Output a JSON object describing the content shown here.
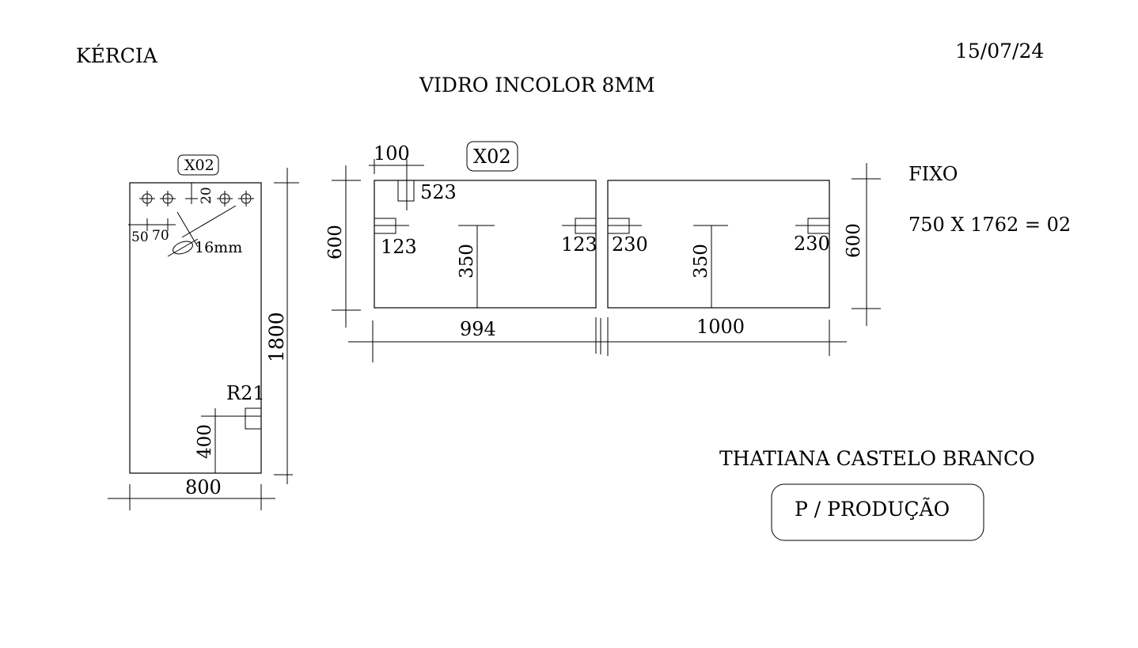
{
  "header": {
    "client": "KÉRCIA",
    "date": "15/07/24",
    "material": "VIDRO INCOLOR 8MM"
  },
  "door_piece": {
    "quantity_tag": "X02",
    "width": "800",
    "height": "1800",
    "hole_offset_a": "50",
    "hole_offset_b": "70",
    "hole_top_offset": "20",
    "hole_diameter": "16mm",
    "notch_radius": "R21",
    "notch_height": "400"
  },
  "panel_pieces": {
    "quantity_tag": "X02",
    "left": {
      "width": "994",
      "height": "600",
      "top_offset": "100",
      "notch_top": "523",
      "notch_left": "123",
      "notch_right": "123",
      "center": "350"
    },
    "right": {
      "width": "1000",
      "height": "600",
      "notch_left": "230",
      "notch_right": "230",
      "center": "350"
    }
  },
  "fixed_note": {
    "label": "FIXO",
    "spec": "750 X 1762 = 02"
  },
  "footer": {
    "customer": "THATIANA CASTELO BRANCO",
    "stamp": "P / PRODUÇÃO"
  }
}
